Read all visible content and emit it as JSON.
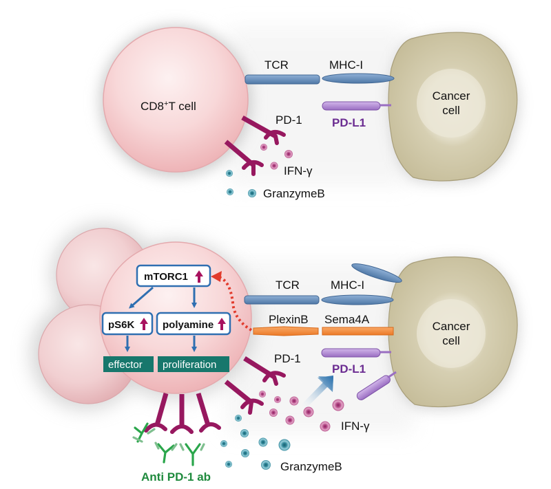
{
  "colors": {
    "t_cell": "#f4c6c8",
    "cancer_cell": "#cfc7a8",
    "receptor_blue": "#5f88b6",
    "pd1": "#97185f",
    "pdl1": "#a97fcc",
    "pdl1_label": "#6b2c91",
    "plexin": "#f08a3c",
    "ifn": "#c0508f",
    "granzyme": "#3d93a6",
    "pathway_box_border": "#2f6fb1",
    "output_box": "#17776c",
    "up_arrow": "#a8125e",
    "signal_arrow": "#e23a2c",
    "antibody": "#2aa64b",
    "antibody_label": "#1f8a3d"
  },
  "top_panel": {
    "t_cell_label": "CD8",
    "t_cell_label_sup": "+",
    "t_cell_label_rest": "T cell",
    "cancer_cell_label": [
      "Cancer",
      "cell"
    ],
    "tcr_label": "TCR",
    "mhc_label": "MHC-I",
    "pd1_label": "PD-1",
    "pdl1_label": "PD-L1",
    "ifn_label": "IFN-γ",
    "granzyme_label": "GranzymeB"
  },
  "bottom_panel": {
    "cancer_cell_label": [
      "Cancer",
      "cell"
    ],
    "tcr_label": "TCR",
    "mhc_label": "MHC-I",
    "plexin_label": "PlexinB",
    "sema_label": "Sema4A",
    "pd1_label": "PD-1",
    "pdl1_label": "PD-L1",
    "ifn_label": "IFN-γ",
    "granzyme_label": "GranzymeB",
    "antibody_label": "Anti PD-1 ab",
    "pathway": {
      "mtorc1": "mTORC1",
      "ps6k": "pS6K",
      "polyamine": "polyamine",
      "effector": "effector",
      "proliferation": "proliferation"
    }
  }
}
